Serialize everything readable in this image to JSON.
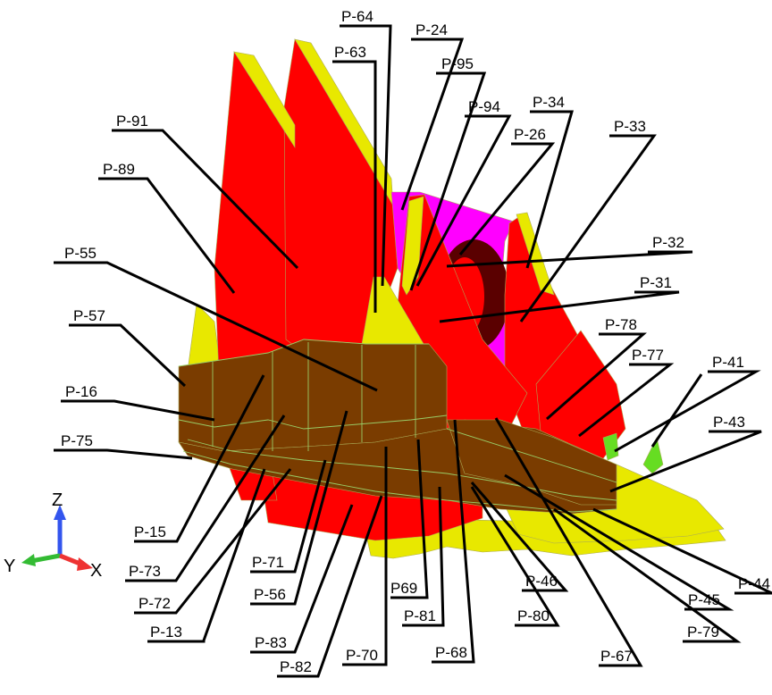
{
  "colors": {
    "red": "#ff0000",
    "yellow": "#e8e800",
    "magenta": "#ff00ff",
    "brown": "#7a3c00",
    "dark_ring": "#5a0000",
    "green": "#66dd22",
    "edge": "#99cc66",
    "leader": "#000000"
  },
  "triad": {
    "x": "X",
    "y": "Y",
    "z": "Z"
  },
  "labels": {
    "p64": "P-64",
    "p24": "P-24",
    "p63": "P-63",
    "p95": "P-95",
    "p94": "P-94",
    "p34": "P-34",
    "p26": "P-26",
    "p33": "P-33",
    "p91": "P-91",
    "p89": "P-89",
    "p32": "P-32",
    "p55": "P-55",
    "p31": "P-31",
    "p57": "P-57",
    "p78": "P-78",
    "p77": "P-77",
    "p41": "P-41",
    "p16": "P-16",
    "p43": "P-43",
    "p75": "P-75",
    "p15": "P-15",
    "p73": "P-73",
    "p71": "P-71",
    "p72": "P-72",
    "p56": "P-56",
    "p69": "P69",
    "p46": "P-46",
    "p44": "P-44",
    "p45": "P-45",
    "p81": "P-81",
    "p80": "P-80",
    "p13": "P-13",
    "p83": "P-83",
    "p68": "P-68",
    "p67": "P-67",
    "p79": "P-79",
    "p70": "P-70",
    "p82": "P-82"
  }
}
